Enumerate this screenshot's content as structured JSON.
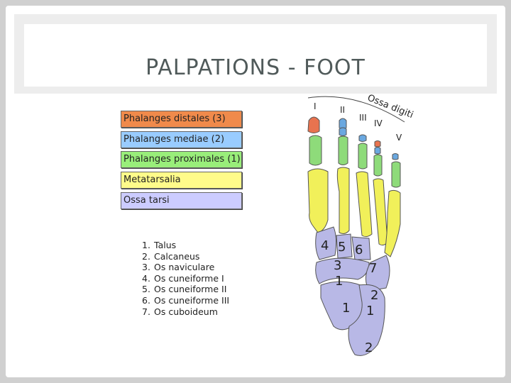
{
  "title": "PALPATIONS - FOOT",
  "legend": [
    {
      "label": "Phalanges distales (3)",
      "color": "#f08a4b"
    },
    {
      "label": "Phalanges mediae (2)",
      "color": "#99ccff"
    },
    {
      "label": "Phalanges proximales (1)",
      "color": "#99ee7a"
    },
    {
      "label": "Metatarsalia",
      "color": "#fffb8a"
    },
    {
      "label": "Ossa tarsi",
      "color": "#ccccff"
    }
  ],
  "bones": [
    {
      "num": "1.",
      "name": "Talus"
    },
    {
      "num": "2.",
      "name": "Calcaneus"
    },
    {
      "num": "3.",
      "name": "Os naviculare"
    },
    {
      "num": "4.",
      "name": "Os cuneiforme I"
    },
    {
      "num": "5.",
      "name": "Os cuneiforme II"
    },
    {
      "num": "6.",
      "name": "Os cuneiforme III"
    },
    {
      "num": "7.",
      "name": "Os cuboideum"
    }
  ],
  "diagram": {
    "arc_label": "Ossa digiti",
    "toe_labels": [
      "I",
      "II",
      "III",
      "IV",
      "V"
    ],
    "bone_numbers": [
      "4",
      "5",
      "6",
      "3",
      "7",
      "1",
      "2",
      "1",
      "1",
      "2"
    ],
    "colors": {
      "distal": "#e8734f",
      "middle": "#6aa8e0",
      "proximal": "#8edb7a",
      "metatarsal": "#f1f05a",
      "tarsal": "#b8b8e6",
      "outline": "#555555"
    }
  }
}
